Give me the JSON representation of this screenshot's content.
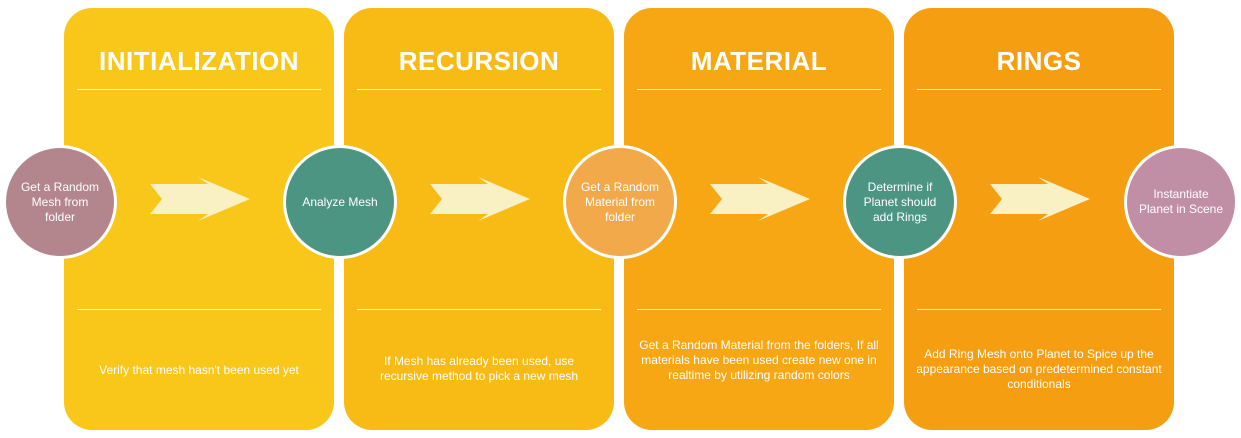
{
  "colors": {
    "panel_initialization": "#F9C61A",
    "panel_recursion": "#F8BB15",
    "panel_material": "#F6A713",
    "panel_rings": "#F59E12",
    "node_mauve": "#B3868D",
    "node_teal": "#4C9583",
    "node_orange": "#F2A949",
    "node_pink": "#C18FA5",
    "arrow_fill": "#F9F0C4"
  },
  "panels": [
    {
      "title": "INITIALIZATION",
      "description": "Verify that mesh hasn't been used yet"
    },
    {
      "title": "RECURSION",
      "description": "If Mesh has already been used, use recursive method to pick a new mesh"
    },
    {
      "title": "MATERIAL",
      "description": "Get a Random Material from the folders, If all materials have been used create new one in realtime by utilizing random colors"
    },
    {
      "title": "RINGS",
      "description": "Add Ring Mesh onto Planet to Spice up the appearance based on predetermined constant conditionals"
    }
  ],
  "nodes": [
    {
      "label": "Get a Random Mesh from folder"
    },
    {
      "label": "Analyze Mesh"
    },
    {
      "label": "Get a Random Material from folder"
    },
    {
      "label": "Determine if Planet should add Rings"
    },
    {
      "label": "Instantiate Planet in Scene"
    }
  ],
  "arrows": [
    {
      "icon": "right-arrow-icon"
    },
    {
      "icon": "right-arrow-icon"
    },
    {
      "icon": "right-arrow-icon"
    },
    {
      "icon": "right-arrow-icon"
    }
  ]
}
